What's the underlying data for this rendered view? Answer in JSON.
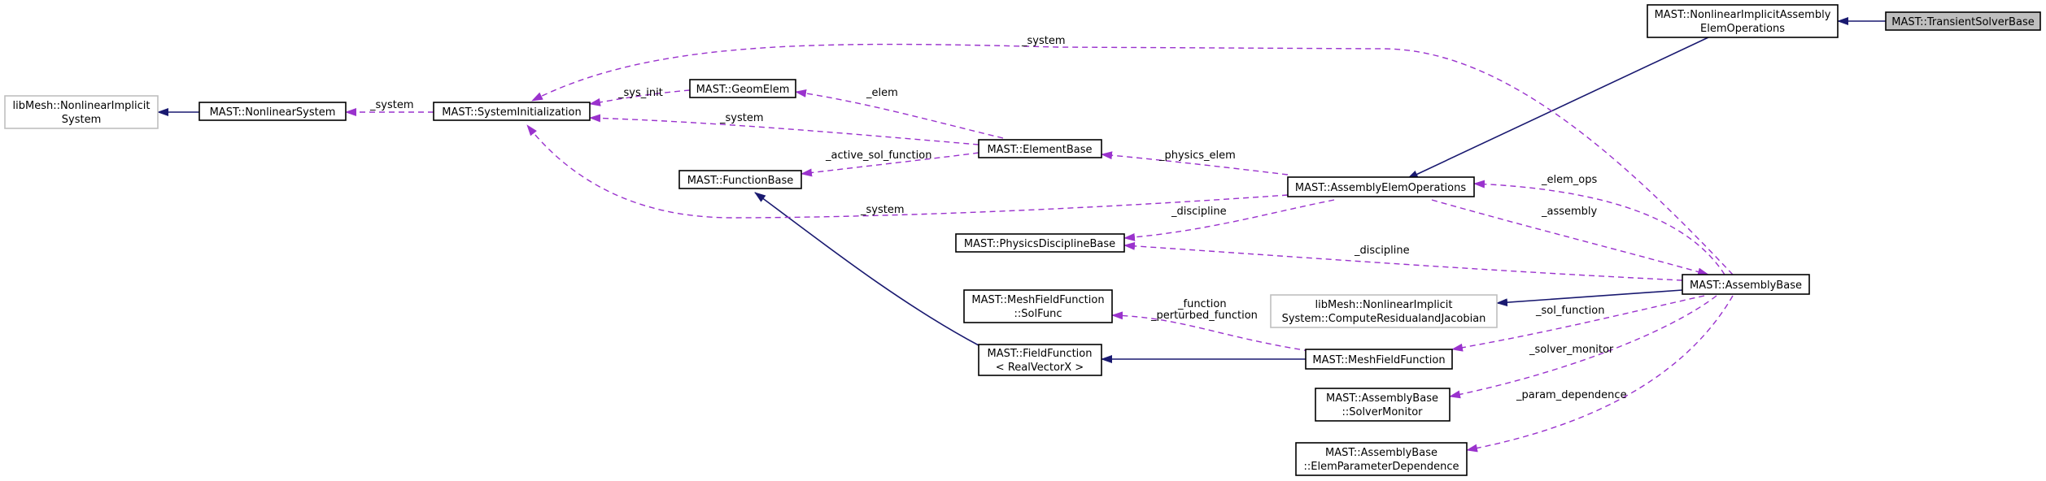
{
  "nodes": {
    "nlia_elem_ops": [
      "MAST::NonlinearImplicitAssembly",
      "ElemOperations"
    ],
    "transient_solver": [
      "MAST::TransientSolverBase"
    ],
    "libmesh_nl_system": [
      "libMesh::NonlinearImplicit",
      "System"
    ],
    "nonlinear_system": [
      "MAST::NonlinearSystem"
    ],
    "system_init": [
      "MAST::SystemInitialization"
    ],
    "geom_elem": [
      "MAST::GeomElem"
    ],
    "element_base": [
      "MAST::ElementBase"
    ],
    "function_base": [
      "MAST::FunctionBase"
    ],
    "assembly_elem_ops": [
      "MAST::AssemblyElemOperations"
    ],
    "physics_discipline": [
      "MAST::PhysicsDisciplineBase"
    ],
    "assembly_base": [
      "MAST::AssemblyBase"
    ],
    "mesh_sol_func": [
      "MAST::MeshFieldFunction",
      "::SolFunc"
    ],
    "libmesh_compute": [
      "libMesh::NonlinearImplicit",
      "System::ComputeResidualandJacobian"
    ],
    "field_function": [
      "MAST::FieldFunction",
      "< RealVectorX >"
    ],
    "mesh_field_function": [
      "MAST::MeshFieldFunction"
    ],
    "solver_monitor": [
      "MAST::AssemblyBase",
      "::SolverMonitor"
    ],
    "elem_param_dep": [
      "MAST::AssemblyBase",
      "::ElemParameterDependence"
    ]
  },
  "edge_labels": {
    "system_top": "_system",
    "system_ns": "_system",
    "sys_init": "_sys_init",
    "elem": "_elem",
    "system_eb": "_system",
    "active_sol_function": "_active_sol_function",
    "physics_elem": "_physics_elem",
    "system_aeo": "_system",
    "discipline_aeo": "_discipline",
    "elem_ops": "_elem_ops",
    "assembly": "_assembly",
    "discipline_ab": "_discipline",
    "function": "_function",
    "perturbed_function": "_perturbed_function",
    "sol_function": "_sol_function",
    "solver_monitor": "_solver_monitor",
    "param_dependence": "_param_dependence"
  },
  "colors": {
    "inheritance": "#191970",
    "usage": "#9a32cd",
    "external_border": "#bfbfbf",
    "root_fill": "#bfbfbf"
  }
}
